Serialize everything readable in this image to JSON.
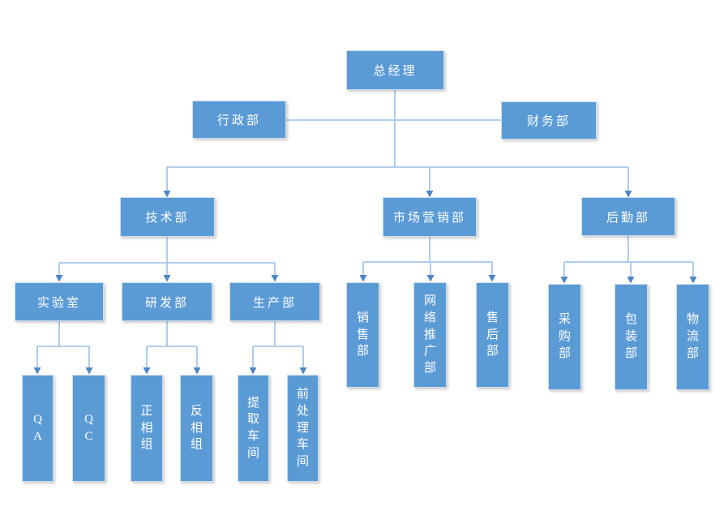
{
  "colors": {
    "node_fill": "#5b9bd5",
    "node_text": "#ffffff",
    "connector_line": "#a8c7e7",
    "arrowhead": "#4e86c6",
    "background": "#ffffff"
  },
  "org_chart": {
    "nodes": {
      "general_manager": {
        "label": "总经理",
        "parent": null
      },
      "admin_dept": {
        "label": "行政部",
        "parent": "总经理"
      },
      "finance_dept": {
        "label": "财务部",
        "parent": "总经理"
      },
      "tech_dept": {
        "label": "技术部",
        "parent": "总经理"
      },
      "marketing_dept": {
        "label": "市场营销部",
        "parent": "总经理"
      },
      "rear_services_dept": {
        "label": "后勤部",
        "parent": "总经理"
      },
      "laboratory": {
        "label": "实验室",
        "parent": "技术部"
      },
      "rnd_dept": {
        "label": "研发部",
        "parent": "技术部"
      },
      "production_dept": {
        "label": "生产部",
        "parent": "技术部"
      },
      "qa": {
        "label": "QA",
        "parent": "实验室"
      },
      "qc": {
        "label": "QC",
        "parent": "实验室"
      },
      "normal_phase_group": {
        "label": "正相组",
        "parent": "研发部"
      },
      "reverse_phase_group": {
        "label": "反相组",
        "parent": "研发部"
      },
      "extraction_workshop": {
        "label": "提取车间",
        "parent": "生产部"
      },
      "pretreatment_workshop": {
        "label": "前处理车间",
        "parent": "生产部"
      },
      "sales_dept": {
        "label": "销售部",
        "parent": "市场营销部"
      },
      "online_promotion_dept": {
        "label": "网络推广部",
        "parent": "市场营销部"
      },
      "after_sales_dept": {
        "label": "售后部",
        "parent": "市场营销部"
      },
      "purchasing_dept": {
        "label": "采购部",
        "parent": "后勤部"
      },
      "packaging_dept": {
        "label": "包装部",
        "parent": "后勤部"
      },
      "logistics_dept": {
        "label": "物流部",
        "parent": "后勤部"
      }
    },
    "structure": {
      "总经理": {
        "行政部": [],
        "财务部": [],
        "技术部": {
          "实验室": [
            "QA",
            "QC"
          ],
          "研发部": [
            "正相组",
            "反相组"
          ],
          "生产部": [
            "提取车间",
            "前处理车间"
          ]
        },
        "市场营销部": [
          "销售部",
          "网络推广部",
          "售后部"
        ],
        "后勤部": [
          "采购部",
          "包装部",
          "物流部"
        ]
      }
    }
  }
}
